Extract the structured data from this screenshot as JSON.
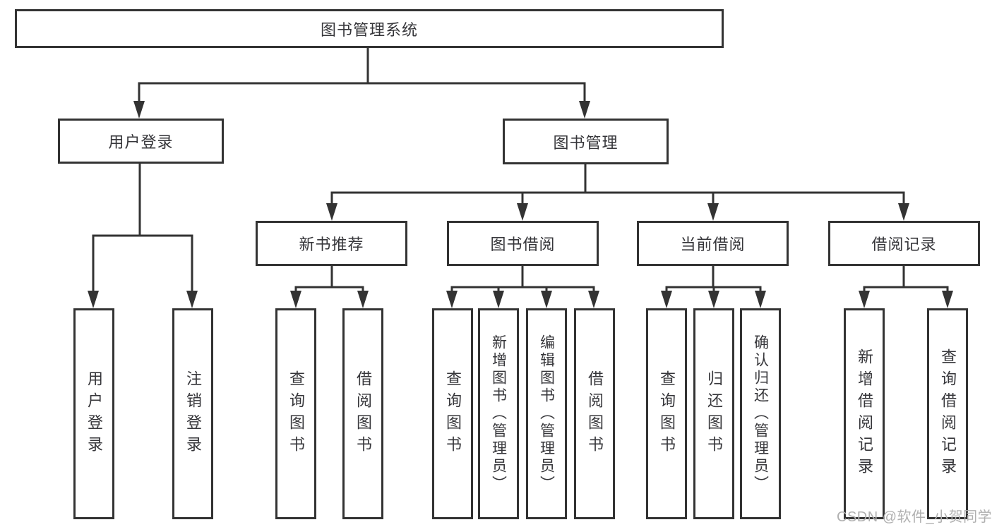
{
  "diagram": {
    "root_label": "图书管理系统",
    "branch_user": {
      "label": "用户登录",
      "children": [
        "用户登录",
        "注销登录"
      ]
    },
    "branch_books": {
      "label": "图书管理",
      "sections": [
        {
          "label": "新书推荐",
          "children": [
            "查询图书",
            "借阅图书"
          ]
        },
        {
          "label": "图书借阅",
          "children": [
            "查询图书",
            "新增图书（管理员）",
            "编辑图书（管理员）",
            "借阅图书"
          ]
        },
        {
          "label": "当前借阅",
          "children": [
            "查询图书",
            "归还图书",
            "确认归还（管理员）"
          ]
        },
        {
          "label": "借阅记录",
          "children": [
            "新增借阅记录",
            "查询借阅记录"
          ]
        }
      ]
    }
  },
  "watermark": {
    "text": "CSDN @软件_小贺同学"
  },
  "colors": {
    "line": "#333333",
    "text": "#36363a",
    "watermark": "#b0b0b0",
    "background": "#ffffff"
  }
}
